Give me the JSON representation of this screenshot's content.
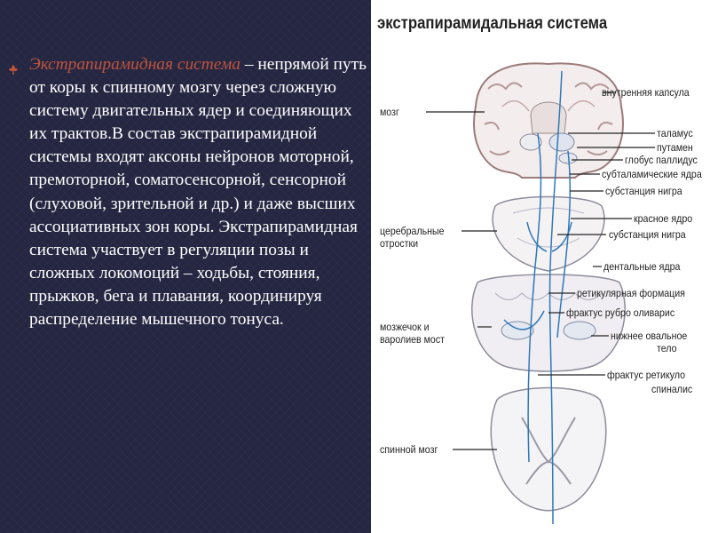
{
  "slide": {
    "term": "Экстрапирамидная система",
    "body": " – непрямой путь от коры к спинному мозгу через сложную систему двигательных ядер и соединяющих их трактов.В состав экстрапирамидной системы входят аксоны нейронов моторной, премоторной, соматосенсорной, сенсорной (слуховой, зрительной и др.) и даже высших ассоциативных зон коры. Экстрапирамидная система участвует в регуляции позы и сложных локомоций – ходьбы, стояния, прыжков, бега и плавания, координируя распределение мышечного тонуса.",
    "bullet_icon": "fleur-bullet-icon",
    "accent_color": "#c0533c",
    "background_color": "#252742"
  },
  "figure": {
    "title": "экстрапирамидальная система",
    "left_labels": {
      "brain": "мозг",
      "cerebral_1": "церебральные",
      "cerebral_2": "отростки",
      "cerebellum_1": "мозжечок и",
      "cerebellum_2": "варолиев мост",
      "spinal": "спинной мозг"
    },
    "right_labels": {
      "internal_capsule": "внутренняя капсула",
      "thalamus": "таламус",
      "putamen": "путамен",
      "globus": "глобус паллидус",
      "subthalamic": "субталамические ядра",
      "nigra_1": "субстанция нигра",
      "red_nucleus": "красное ядро",
      "nigra_2": "субстанция нигра",
      "dentate": "дентальные ядра",
      "reticular": "ретикулярная формация",
      "rubro": "фрактус рубро оливарис",
      "olive_1": "нижнее овальное",
      "olive_2": "тело",
      "reticulo_1": "фрактус ретикуло",
      "reticulo_2": "спиналис"
    }
  }
}
